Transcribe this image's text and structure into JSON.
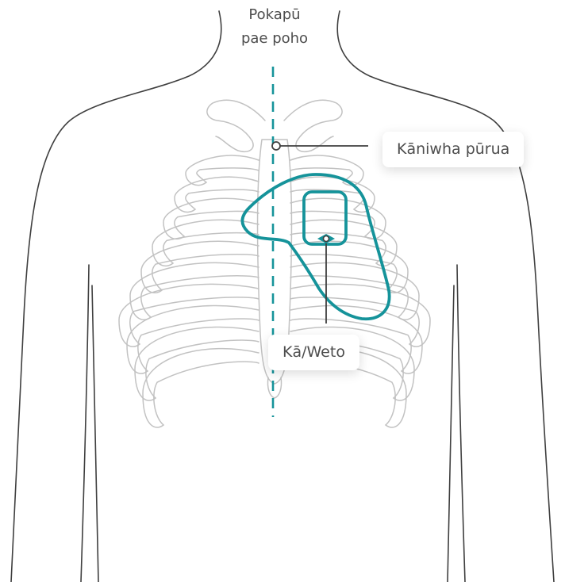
{
  "labels": {
    "midline": [
      "Pokapū",
      "pae poho"
    ],
    "sternum": "Kāniwha pūrua",
    "power_button": "Kā/Weto"
  },
  "colors": {
    "outline": "#3f3f3f",
    "ribs": "#c2c2c2",
    "device": "#15939a",
    "midline": "#15939a",
    "leader": "#3f3f3f",
    "text": "#4d4d4d"
  }
}
